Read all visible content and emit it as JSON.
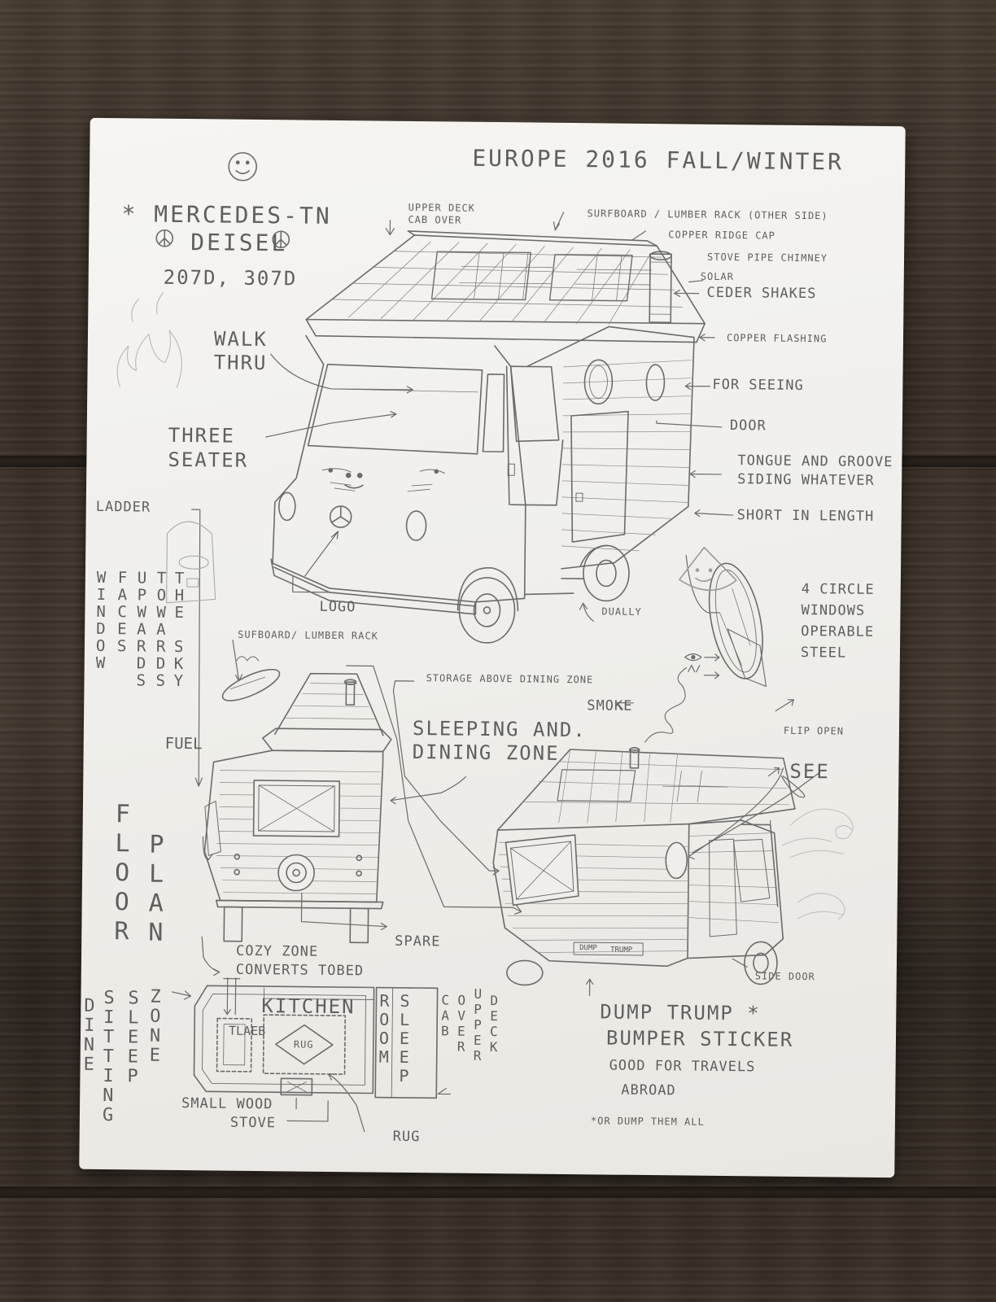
{
  "header": {
    "trip": "EUROPE 2016 FALL/WINTER",
    "model": "* MERCEDES-TN",
    "engine": "DEISEL",
    "variants": "207D, 307D"
  },
  "callouts": {
    "upper_deck": "UPPER DECK",
    "cab_over": "CAB OVER",
    "surfboard_rack": "SURFBOARD / LUMBER RACK (OTHER SIDE)",
    "ridge_cap": "COPPER RIDGE CAP",
    "chimney": "STOVE PIPE CHIMNEY",
    "solar": "SOLAR",
    "shakes": "CEDER SHAKES",
    "flashing": "COPPER FLASHING",
    "walk_1": "WALK",
    "walk_2": "THRU",
    "seeing": "FOR SEEING",
    "door": "DOOR",
    "three_1": "THREE",
    "three_2": "SEATER",
    "siding_1": "TONGUE AND GROOVE",
    "siding_2": "SIDING WHATEVER",
    "short": "SHORT IN LENGTH",
    "ladder": "LADDER",
    "logo": "LOGO",
    "dually": "DUALLY",
    "circle_1": "4 CIRCLE",
    "circle_2": "WINDOWS",
    "circle_3": "OPERABLE",
    "circle_4": "STEEL",
    "rear_rack": "SUFBOARD/ LUMBER RACK",
    "storage": "STORAGE ABOVE DINING ZONE",
    "smoke": "SMOKE",
    "flip": "FLIP OPEN",
    "sleep_1": "SLEEPING AND.",
    "sleep_2": "DINING ZONE",
    "see": "SEE",
    "fuel": "FUEL",
    "spare": "SPARE",
    "side_door": "SIDE DOOR",
    "cozy_1": "COZY ZONE",
    "cozy_2": "CONVERTS TOBED",
    "kitchen": "KITCHEN",
    "table": "TLAEB",
    "rug_box": "RUG",
    "rug": "RUG",
    "stove_1": "SMALL WOOD",
    "stove_2": "STOVE",
    "bumper_1": "DUMP TRUMP *",
    "bumper_2": "BUMPER STICKER",
    "bumper_3": "GOOD FOR TRAVELS",
    "bumper_4": "ABROAD",
    "footnote": "*OR DUMP THEM ALL",
    "plate_1": "DUMP",
    "plate_2": "TRUMP"
  },
  "vertical": {
    "windows": "W\nI\nN\nD\nO\nW",
    "faces": "F\nA\nC\nE\nS",
    "upwards": "U\nP\nW\nA\nR\nD\nS",
    "towards": "T\nO\nW\nA\nR\nD\nS",
    "the_sky": "T\nH\nE\n\nS\nK\nY",
    "dine": "D\nI\nN\nE",
    "sitting": "S\nI\nT\nT\nI\nN\nG",
    "sleep": "S\nL\nE\nE\nP",
    "zone": "Z\nO\nN\nE",
    "floor": "F\nL\nO\nO\nR",
    "plan": "P\nL\nA\nN",
    "rs": "R\nO\nO\nM",
    "supplies": "S\nL\nE\nE\nP",
    "cab": "C\nA\nB",
    "over": "O\nV\nE\nR",
    "upper": "U\nP\nP\nE\nR",
    "deck": "D\nE\nC\nK"
  }
}
